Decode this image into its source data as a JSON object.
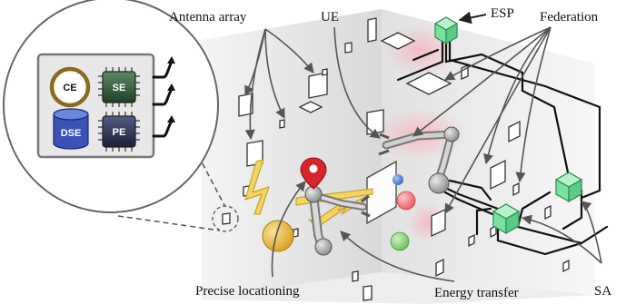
{
  "labels": {
    "antenna_array": "Antenna array",
    "ue": "UE",
    "esp": "ESP",
    "federation": "Federation",
    "precise_locationing": "Precise locationing",
    "energy_transfer": "Energy transfer",
    "sa": "SA"
  },
  "inset": {
    "ce": "CE",
    "se": "SE",
    "dse": "DSE",
    "pe": "PE"
  },
  "colors": {
    "ce_ring": "#8a6a1e",
    "se_chip": "#2f5a3a",
    "dse_cylinder": "#3a52b8",
    "pe_chip": "#2c3350",
    "esp_cube": "#7ee0a0",
    "beam": "#e8c23a",
    "pin": "#d8242c",
    "energy_ball": "#e8b23a",
    "sphere_red": "#f07b80",
    "sphere_green": "#8ed07a",
    "sphere_blue": "#4f7fd4",
    "glow": "#ff9aa8"
  }
}
